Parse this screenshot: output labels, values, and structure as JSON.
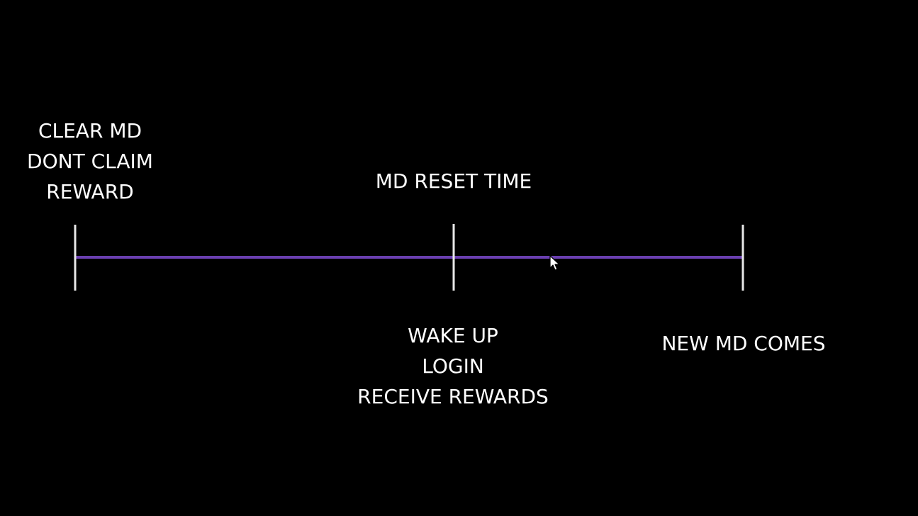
{
  "colors": {
    "background": "#000000",
    "timeline": "#6a3fb0",
    "tick": "#e8e8e8",
    "text": "#ffffff"
  },
  "labels": {
    "start": [
      "CLEAR MD",
      "DONT CLAIM",
      "REWARD"
    ],
    "middle_top": "MD RESET TIME",
    "middle_bottom": [
      "WAKE UP",
      "LOGIN",
      "RECEIVE REWARDS"
    ],
    "end": "NEW MD COMES"
  },
  "icons": {
    "cursor": "mouse-pointer-icon"
  }
}
